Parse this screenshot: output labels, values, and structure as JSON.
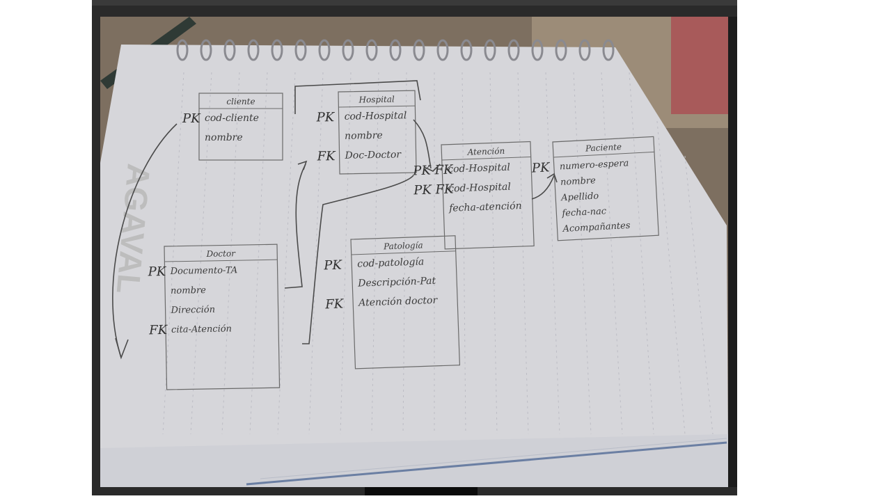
{
  "brand": "AGAVAL",
  "tables": [
    {
      "id": "cliente",
      "title": "cliente",
      "fields": [
        "cod-cliente",
        "nombre"
      ],
      "keys": [
        "PK",
        ""
      ]
    },
    {
      "id": "hospital",
      "title": "Hospital",
      "fields": [
        "cod-Hospital",
        "nombre",
        "Doc-Doctor"
      ],
      "keys": [
        "PK",
        "",
        "FK"
      ]
    },
    {
      "id": "atencion",
      "title": "Atención",
      "fields": [
        "cod-Hospital",
        "cod-Hospital",
        "fecha-atención"
      ],
      "keys": [
        "PK FK",
        "PK FK",
        ""
      ]
    },
    {
      "id": "paciente",
      "title": "Paciente",
      "fields": [
        "numero-espera",
        "nombre",
        "Apellido",
        "fecha-nac",
        "Acompañantes"
      ],
      "keys": [
        "PK",
        "",
        "",
        "",
        ""
      ]
    },
    {
      "id": "doctor",
      "title": "Doctor",
      "fields": [
        "Documento-TA",
        "nombre",
        "Dirección",
        "cita-Atención"
      ],
      "keys": [
        "PK",
        "",
        "",
        "FK"
      ]
    },
    {
      "id": "patologia",
      "title": "Patología",
      "fields": [
        "cod-patología",
        "Descripción-Pat",
        "Atención doctor"
      ],
      "keys": [
        "PK",
        "",
        "FK"
      ]
    }
  ],
  "colors": {
    "paper": "#dcdcdf",
    "ink": "#3b3b3b",
    "frame": "#2a2a2a",
    "fabric": "#8a7a68"
  }
}
